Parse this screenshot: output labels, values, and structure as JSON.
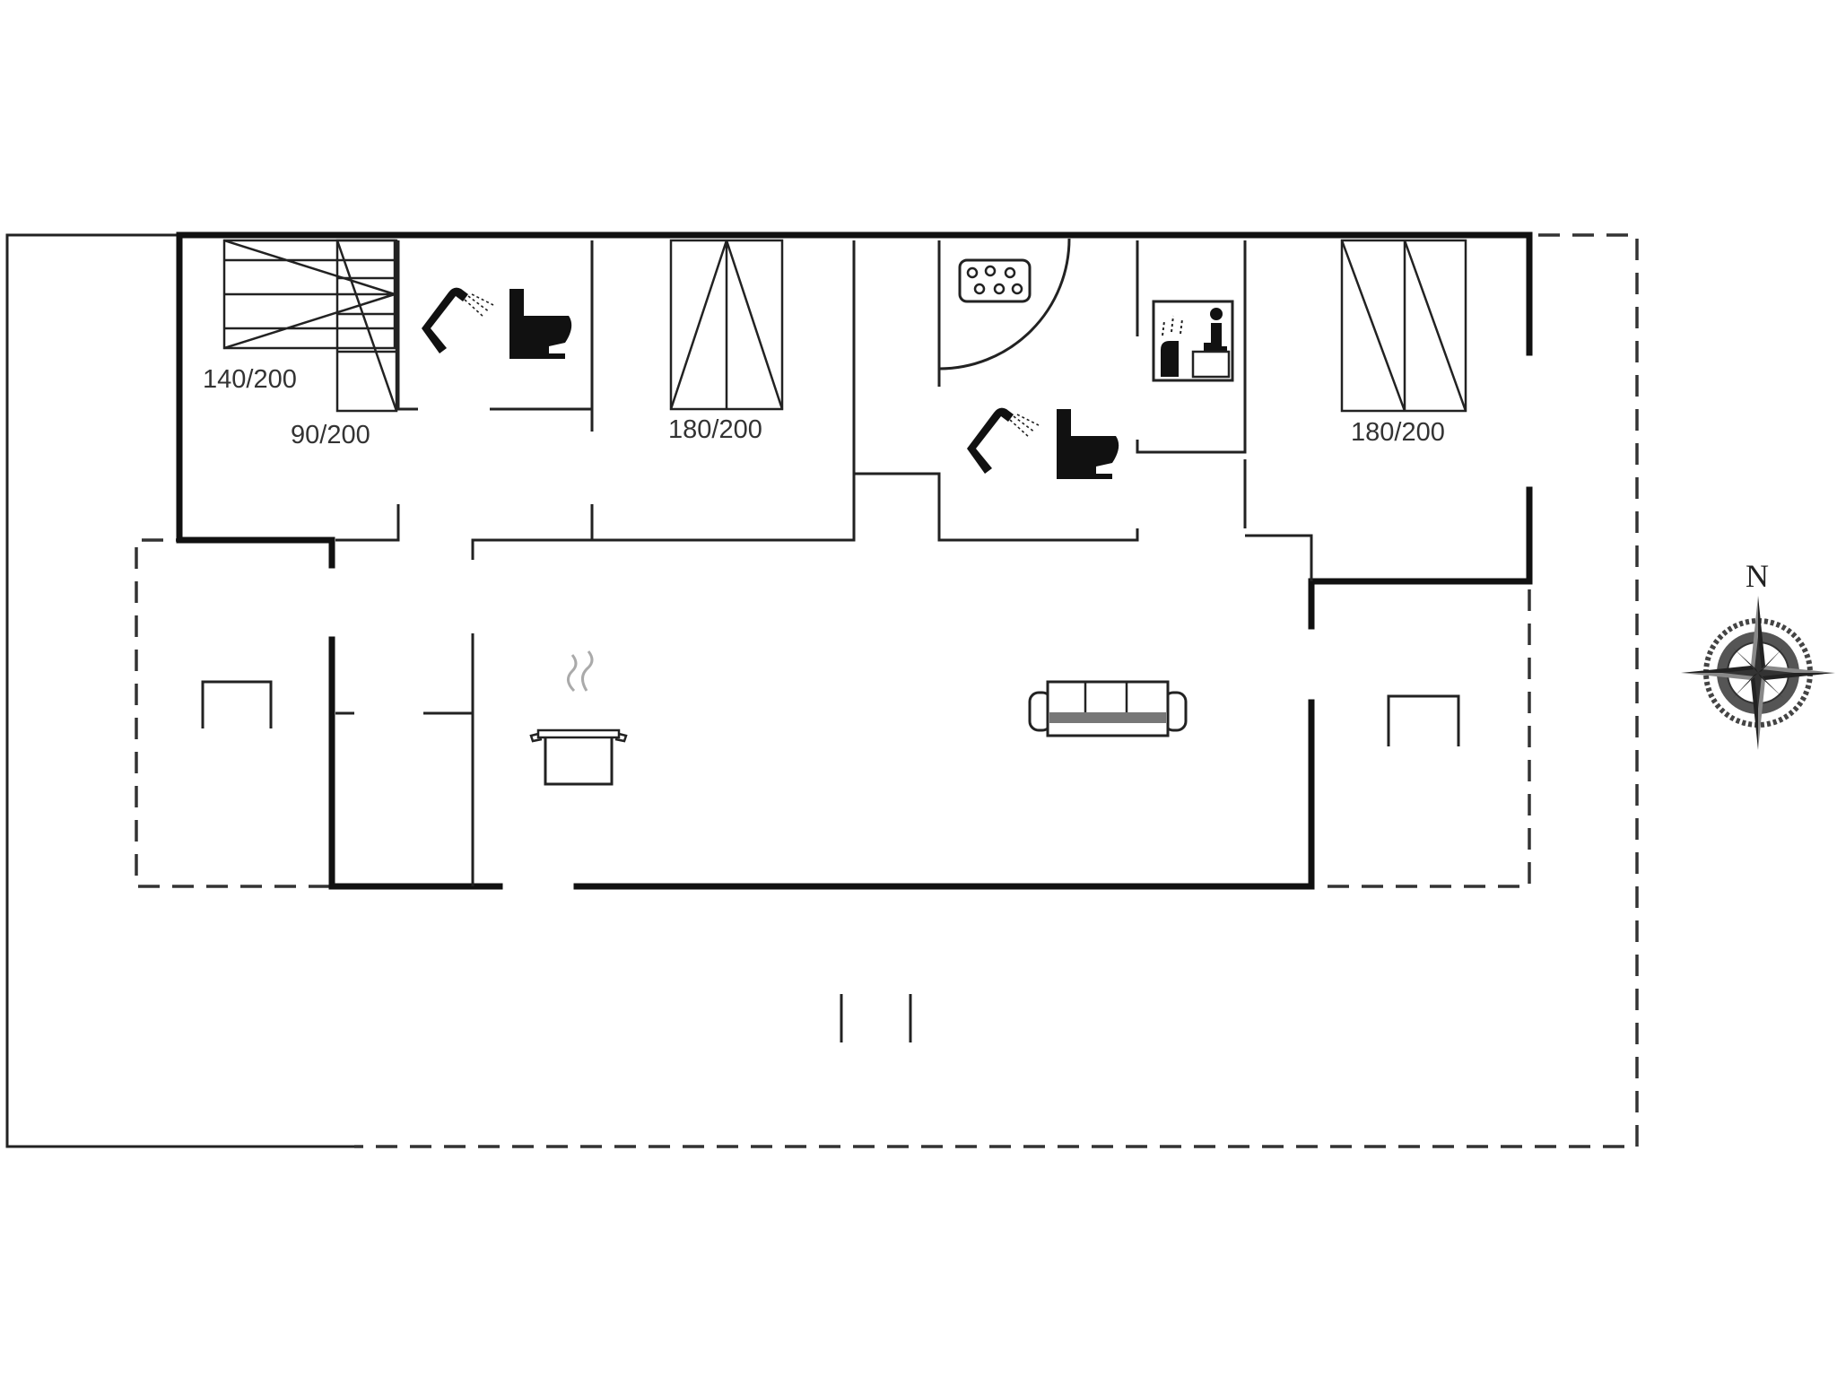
{
  "beds": [
    {
      "id": "bed-140",
      "size_label": "140/200"
    },
    {
      "id": "bed-90",
      "size_label": "90/200"
    },
    {
      "id": "bed-180-a",
      "size_label": "180/200"
    },
    {
      "id": "bed-180-b",
      "size_label": "180/200"
    }
  ],
  "compass": {
    "label": "N"
  },
  "icons": [
    "shower-icon",
    "toilet-icon",
    "whirlpool-icon",
    "sauna-icon",
    "cooking-pot-icon",
    "sofa-icon",
    "compass-rose-icon"
  ],
  "colors": {
    "wall": "#111111",
    "line": "#222222",
    "background": "#ffffff"
  }
}
